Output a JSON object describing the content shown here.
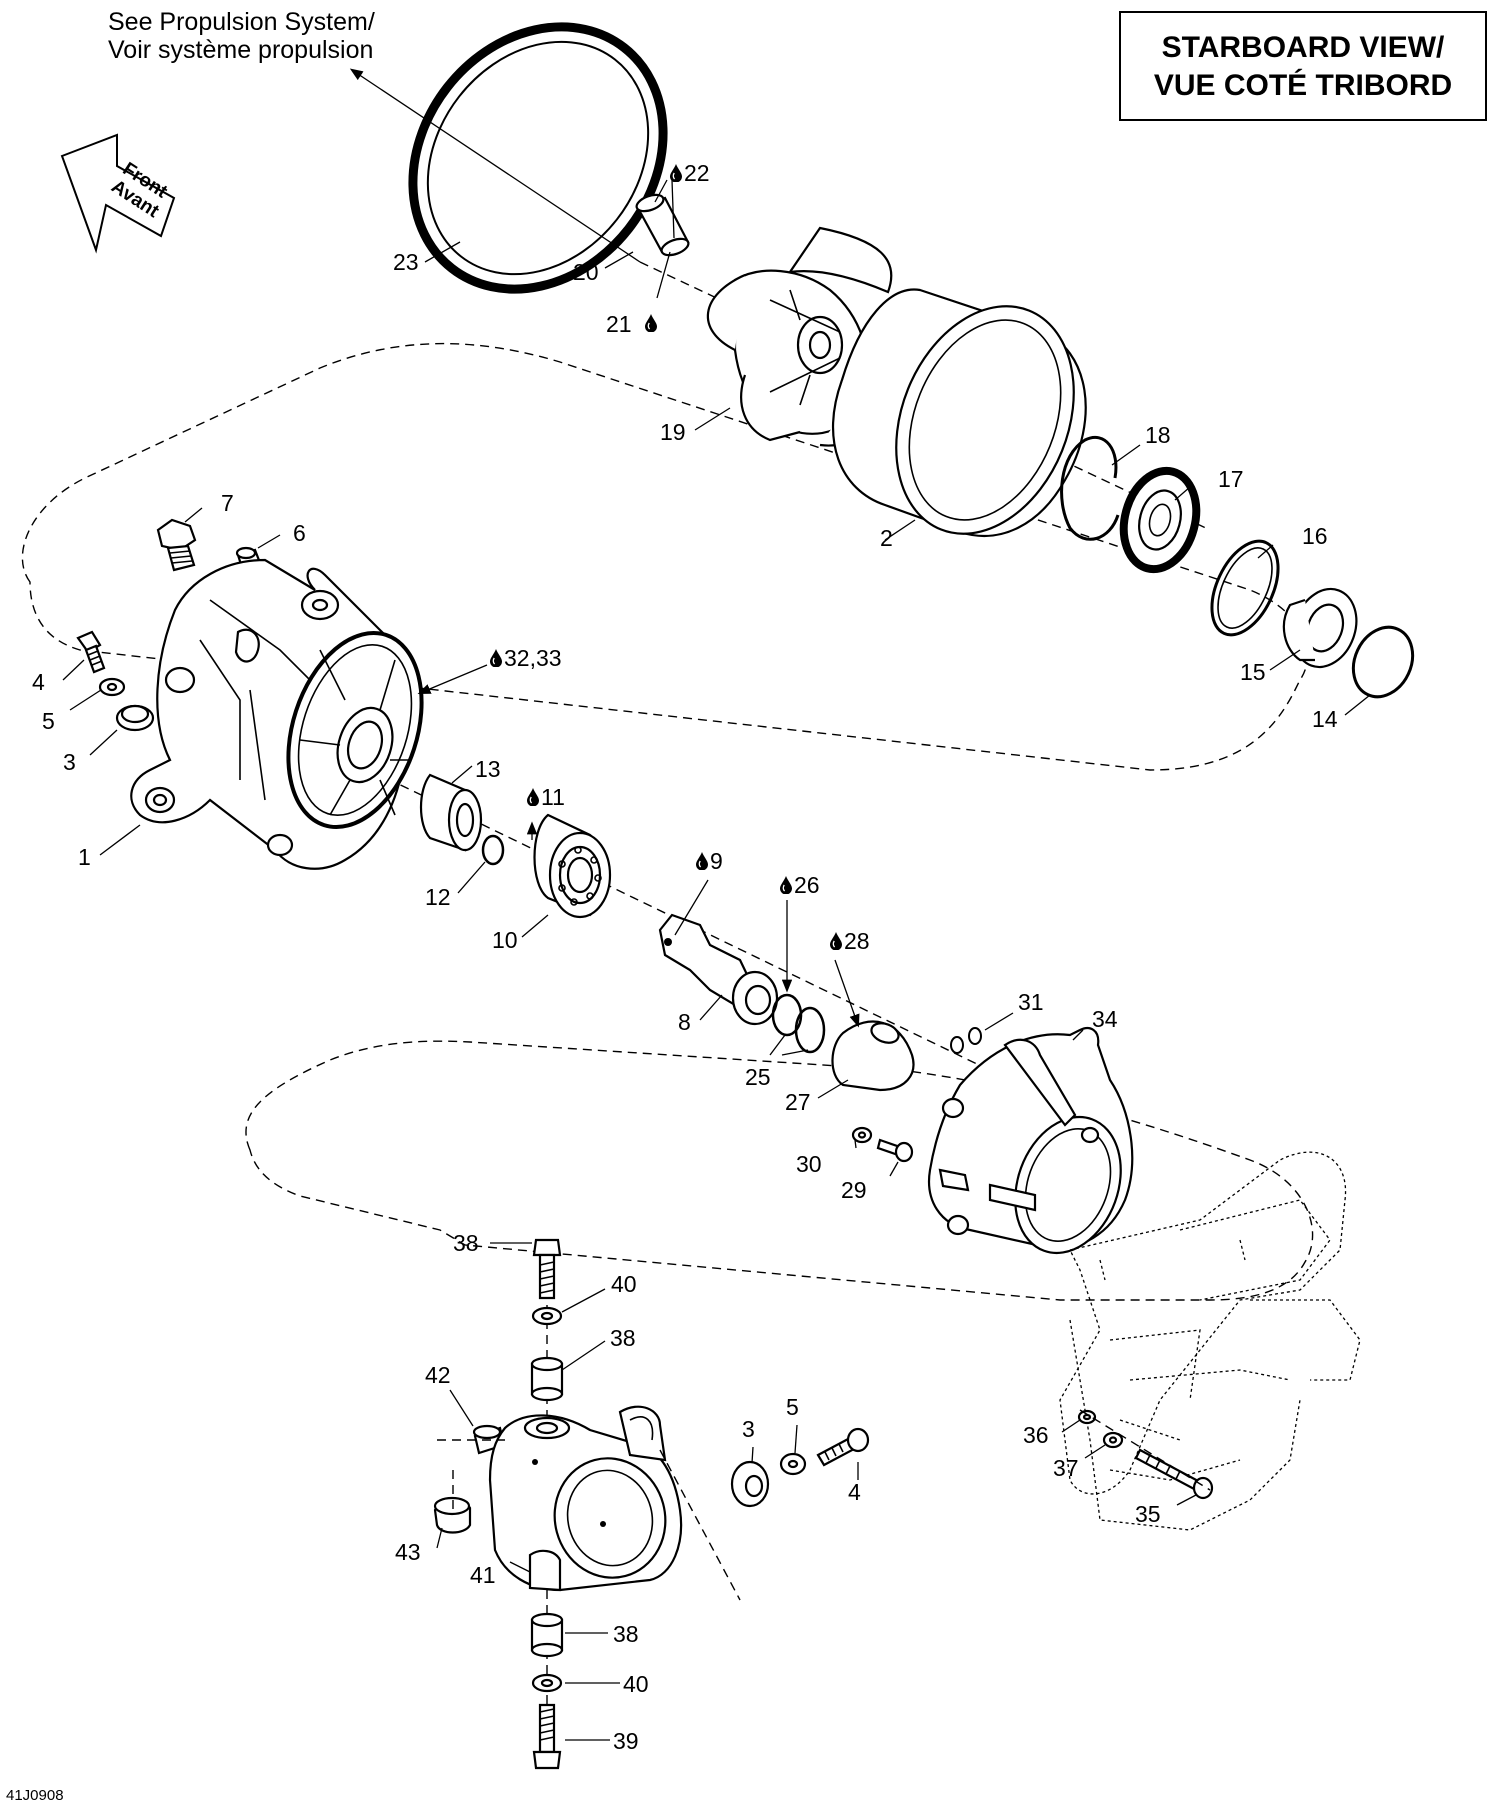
{
  "header": {
    "reference_line1": "See Propulsion System/",
    "reference_line2": "Voir système propulsion"
  },
  "title_box": {
    "line1": "STARBOARD VIEW/",
    "line2": "VUE COTÉ TRIBORD"
  },
  "direction_arrow": {
    "line1": "Front",
    "line2": "Avant",
    "icon": "front-arrow-icon"
  },
  "drawing_code": "41J0908",
  "callouts": [
    {
      "id": "c1",
      "text": "1"
    },
    {
      "id": "c2",
      "text": "2"
    },
    {
      "id": "c3a",
      "text": "3"
    },
    {
      "id": "c3b",
      "text": "3"
    },
    {
      "id": "c4a",
      "text": "4"
    },
    {
      "id": "c4b",
      "text": "4"
    },
    {
      "id": "c5a",
      "text": "5"
    },
    {
      "id": "c5b",
      "text": "5"
    },
    {
      "id": "c6",
      "text": "6"
    },
    {
      "id": "c7",
      "text": "7"
    },
    {
      "id": "c8",
      "text": "8"
    },
    {
      "id": "c9",
      "text": "9",
      "lubricant": true
    },
    {
      "id": "c10",
      "text": "10"
    },
    {
      "id": "c11",
      "text": "11",
      "lubricant": true
    },
    {
      "id": "c12",
      "text": "12"
    },
    {
      "id": "c13",
      "text": "13"
    },
    {
      "id": "c14",
      "text": "14"
    },
    {
      "id": "c15",
      "text": "15"
    },
    {
      "id": "c16",
      "text": "16"
    },
    {
      "id": "c17",
      "text": "17"
    },
    {
      "id": "c18",
      "text": "18"
    },
    {
      "id": "c19",
      "text": "19"
    },
    {
      "id": "c20",
      "text": "20"
    },
    {
      "id": "c21",
      "text": "21",
      "lubricant": true
    },
    {
      "id": "c22",
      "text": "22",
      "lubricant": true
    },
    {
      "id": "c23",
      "text": "23"
    },
    {
      "id": "c25",
      "text": "25"
    },
    {
      "id": "c26",
      "text": "26",
      "lubricant": true
    },
    {
      "id": "c27",
      "text": "27"
    },
    {
      "id": "c28",
      "text": "28",
      "lubricant": true
    },
    {
      "id": "c29",
      "text": "29"
    },
    {
      "id": "c30",
      "text": "30"
    },
    {
      "id": "c31",
      "text": "31"
    },
    {
      "id": "c32",
      "text": "32,33",
      "lubricant": true
    },
    {
      "id": "c34",
      "text": "34"
    },
    {
      "id": "c35",
      "text": "35"
    },
    {
      "id": "c36",
      "text": "36"
    },
    {
      "id": "c37",
      "text": "37"
    },
    {
      "id": "c38a",
      "text": "38"
    },
    {
      "id": "c38b",
      "text": "38"
    },
    {
      "id": "c38c",
      "text": "38"
    },
    {
      "id": "c39",
      "text": "39"
    },
    {
      "id": "c40a",
      "text": "40"
    },
    {
      "id": "c40b",
      "text": "40"
    },
    {
      "id": "c41",
      "text": "41"
    },
    {
      "id": "c42",
      "text": "42"
    },
    {
      "id": "c43",
      "text": "43"
    }
  ],
  "icons": {
    "lubricant": "lubricant-drop-icon"
  },
  "colors": {
    "ink": "#000000",
    "paper": "#ffffff"
  }
}
